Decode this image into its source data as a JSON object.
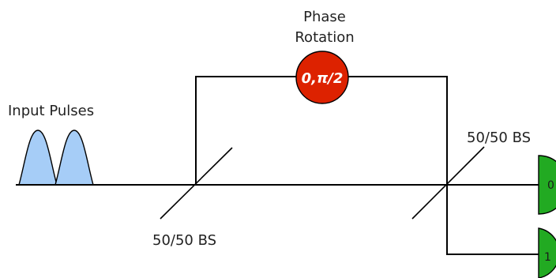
{
  "labels": {
    "input_pulses": "Input Pulses",
    "phase_rotation_line1": "Phase",
    "phase_rotation_line2": "Rotation",
    "phase_value": "0,π/2",
    "bs_left": "50/50 BS",
    "bs_right": "50/50 BS",
    "detector_0": "0",
    "detector_1": "1"
  },
  "colors": {
    "pulse_fill": "#a6cdf7",
    "phase_fill": "#dd2200",
    "detector_fill": "#22aa22",
    "wire": "#000000"
  }
}
